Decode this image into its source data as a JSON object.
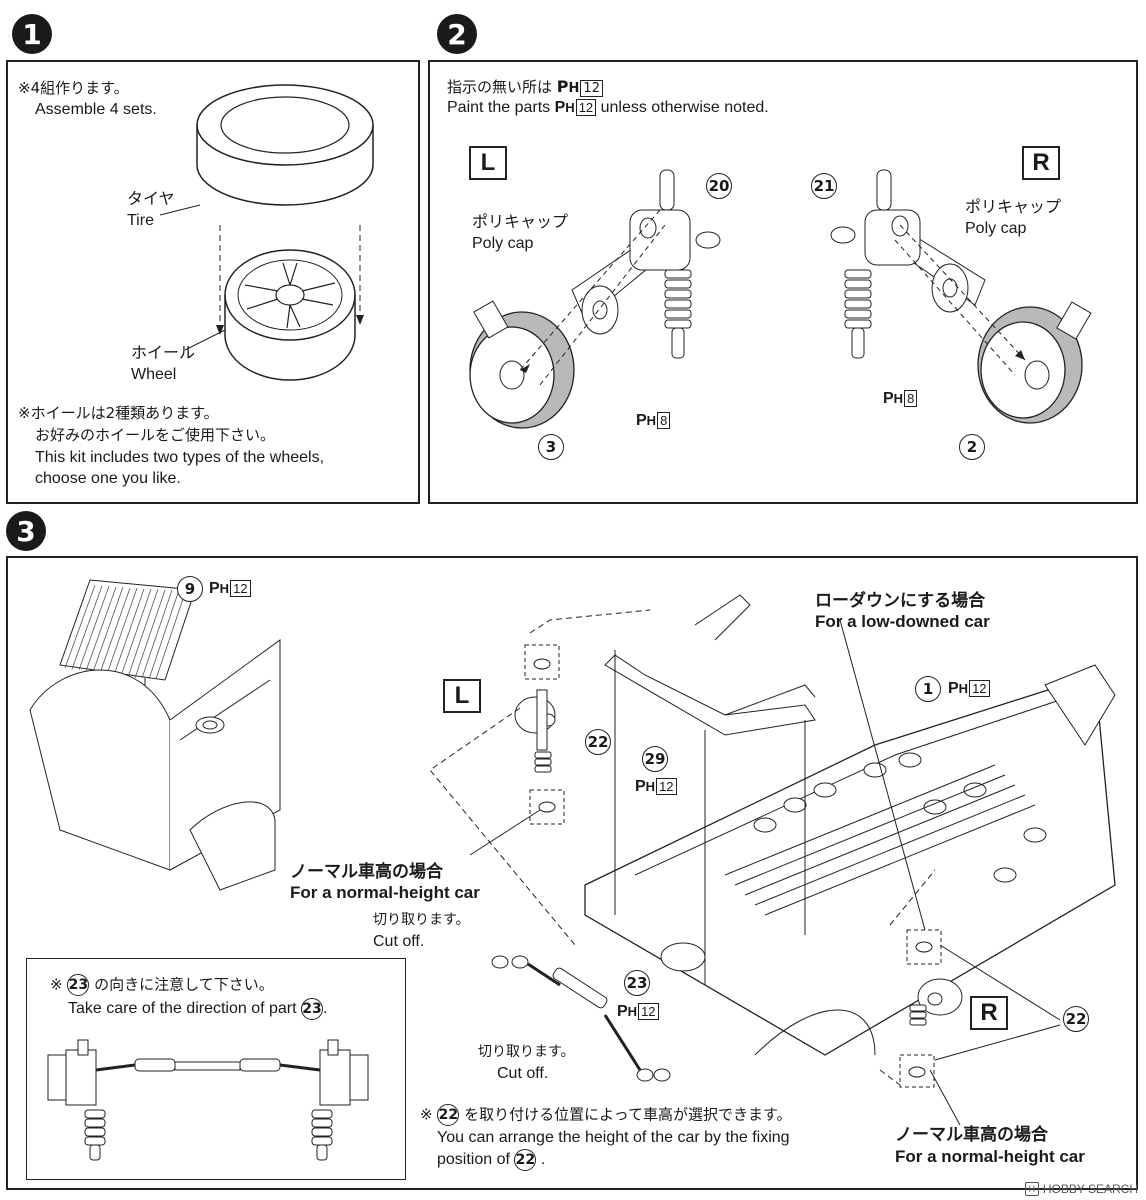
{
  "steps": [
    "1",
    "2",
    "3"
  ],
  "step1": {
    "note1_jp": "※4組作ります。",
    "note1_en": "Assemble 4 sets.",
    "tire_jp": "タイヤ",
    "tire_en": "Tire",
    "wheel_jp": "ホイール",
    "wheel_en": "Wheel",
    "note2_jp_a": "※ホイールは2種類あります。",
    "note2_jp_b": "お好みのホイールをご使用下さい。",
    "note2_en_a": "This kit includes two types of the wheels,",
    "note2_en_b": "choose one you like."
  },
  "step2": {
    "paint_jp_pre": "指示の無い所は",
    "paint_en_pre": "Paint the parts",
    "paint_en_post": "unless otherwise noted.",
    "paint_code": "12",
    "left_label": "L",
    "right_label": "R",
    "polycap_jp": "ポリキャップ",
    "polycap_en": "Poly cap",
    "part_20": "20",
    "part_21": "21",
    "part_3": "3",
    "part_2": "2",
    "paint_8": "8"
  },
  "step3": {
    "part_9": "9",
    "part_1": "1",
    "part_29": "29",
    "part_22": "22",
    "part_23": "23",
    "paint_12": "12",
    "left_label": "L",
    "right_label": "R",
    "lowdown_jp": "ローダウンにする場合",
    "lowdown_en": "For a low-downed car",
    "normal_jp": "ノーマル車高の場合",
    "normal_en": "For a normal-height car",
    "cutoff_jp": "切り取ります。",
    "cutoff_en": "Cut off.",
    "direction_jp_post": "の向きに注意して下さい。",
    "direction_en_pre": "Take care of the direction of part",
    "height_jp_post": "を取り付ける位置によって車高が選択できます。",
    "height_en_a": "You can arrange the height of the car by the fixing",
    "height_en_b": "position of"
  },
  "watermark": "HOBBY SEARCH",
  "watermark_mark": "H"
}
